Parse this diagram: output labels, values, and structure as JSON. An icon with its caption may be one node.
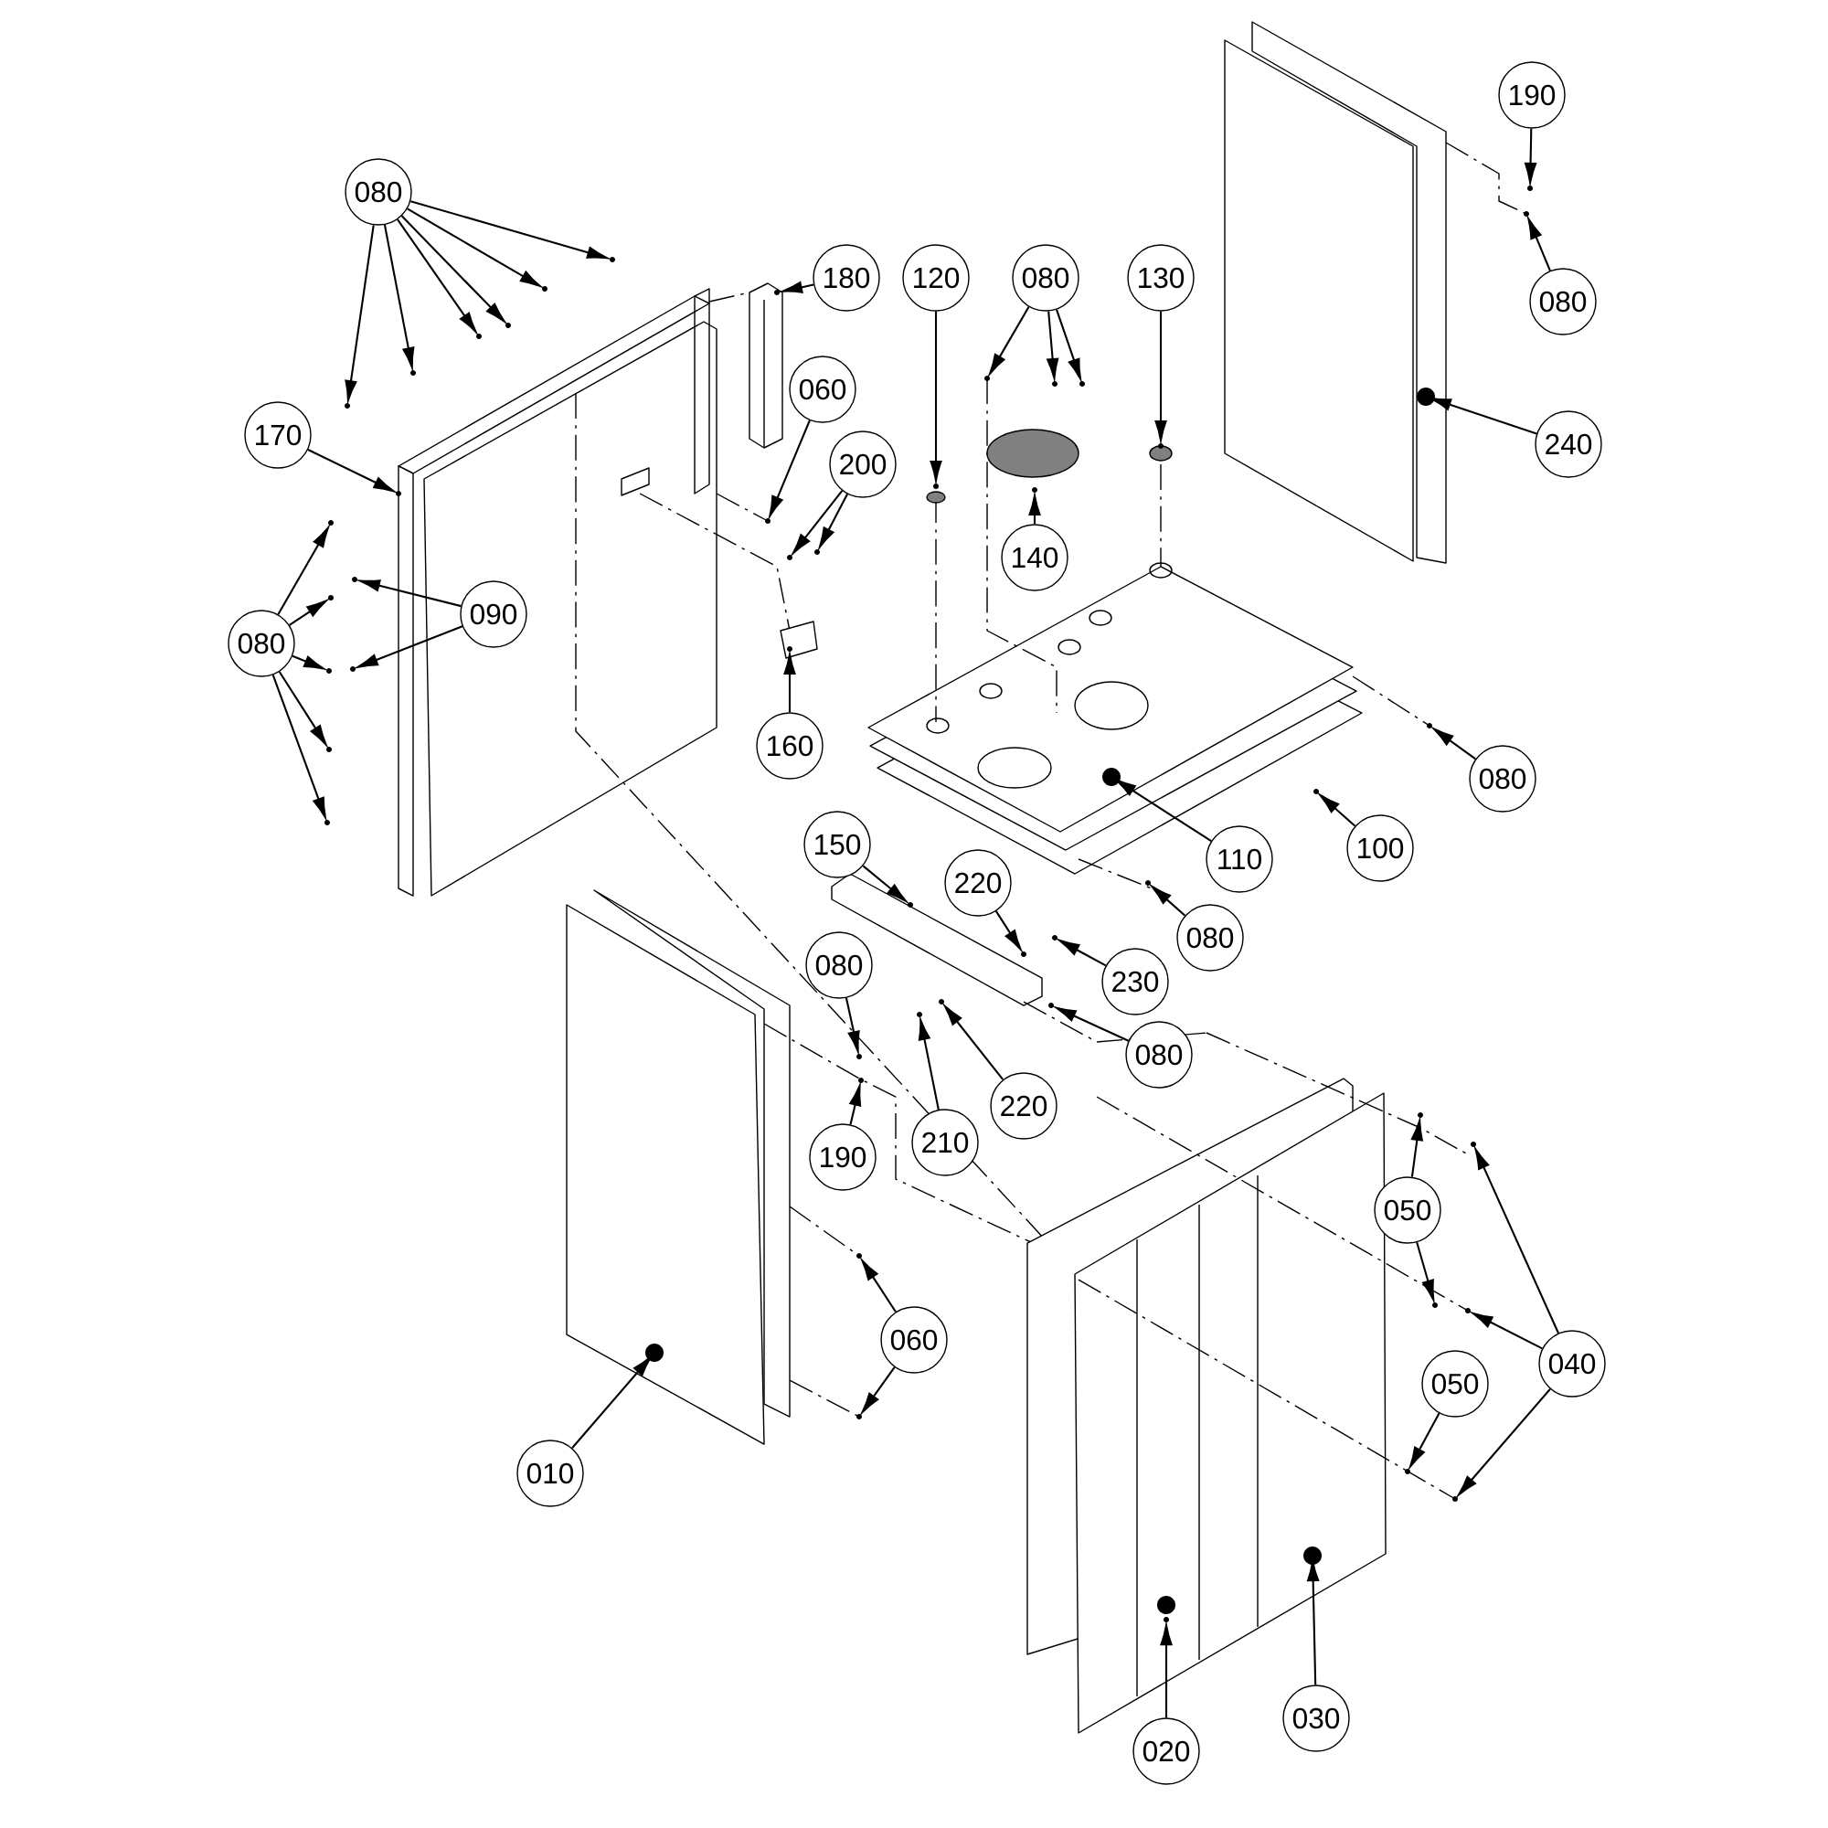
{
  "diagram": {
    "nodes": [
      {
        "text": [
          "080"
        ]
      },
      {
        "text": [
          "180"
        ]
      },
      {
        "text": [
          "120"
        ]
      },
      {
        "text": [
          "080"
        ]
      },
      {
        "text": [
          "130"
        ]
      },
      {
        "text": [
          "190"
        ]
      },
      {
        "text": [
          "080"
        ]
      },
      {
        "text": [
          "170"
        ]
      },
      {
        "text": [
          "060"
        ]
      },
      {
        "text": [
          "200"
        ]
      },
      {
        "text": [
          "240"
        ]
      },
      {
        "text": [
          "140"
        ]
      },
      {
        "text": [
          "080"
        ]
      },
      {
        "text": [
          "090"
        ]
      },
      {
        "text": [
          "160"
        ]
      },
      {
        "text": [
          "080"
        ]
      },
      {
        "text": [
          "100"
        ]
      },
      {
        "text": [
          "110"
        ]
      },
      {
        "text": [
          "150"
        ]
      },
      {
        "text": [
          "220"
        ]
      },
      {
        "text": [
          "080"
        ]
      },
      {
        "text": [
          "230"
        ]
      },
      {
        "text": [
          "080"
        ]
      },
      {
        "text": [
          "080"
        ]
      },
      {
        "text": [
          "190"
        ]
      },
      {
        "text": [
          "210"
        ]
      },
      {
        "text": [
          "220"
        ]
      },
      {
        "text": [
          "050"
        ]
      },
      {
        "text": [
          "060"
        ]
      },
      {
        "text": [
          "040"
        ]
      },
      {
        "text": [
          "050"
        ]
      },
      {
        "text": [
          "010"
        ]
      },
      {
        "text": [
          "020"
        ]
      },
      {
        "text": [
          "030"
        ]
      }
    ],
    "edges": [
      {
        "from": 0,
        "to": null,
        "arrow": "to"
      },
      {
        "from": 0,
        "to": null,
        "arrow": "to"
      },
      {
        "from": 0,
        "to": null,
        "arrow": "to"
      },
      {
        "from": 0,
        "to": null,
        "arrow": "to"
      },
      {
        "from": 0,
        "to": null,
        "arrow": "to"
      },
      {
        "from": 0,
        "to": null,
        "arrow": "to"
      },
      {
        "from": 1,
        "to": null,
        "arrow": "to"
      },
      {
        "from": 2,
        "to": null,
        "arrow": "to"
      },
      {
        "from": 3,
        "to": null,
        "arrow": "to"
      },
      {
        "from": 3,
        "to": null,
        "arrow": "to"
      },
      {
        "from": 3,
        "to": null,
        "arrow": "to"
      },
      {
        "from": 4,
        "to": null,
        "arrow": "to"
      },
      {
        "from": 5,
        "to": null,
        "arrow": "to"
      },
      {
        "from": 6,
        "to": null,
        "arrow": "to"
      },
      {
        "from": 7,
        "to": null,
        "arrow": "to"
      },
      {
        "from": 8,
        "to": null,
        "arrow": "to"
      },
      {
        "from": 9,
        "to": null,
        "arrow": "to"
      },
      {
        "from": 9,
        "to": null,
        "arrow": "to"
      },
      {
        "from": 10,
        "to": null,
        "arrow": "to"
      },
      {
        "from": 11,
        "to": null,
        "arrow": "to"
      },
      {
        "from": 12,
        "to": null,
        "arrow": "to"
      },
      {
        "from": 12,
        "to": null,
        "arrow": "to"
      },
      {
        "from": 12,
        "to": null,
        "arrow": "to"
      },
      {
        "from": 12,
        "to": null,
        "arrow": "to"
      },
      {
        "from": 12,
        "to": null,
        "arrow": "to"
      },
      {
        "from": 13,
        "to": null,
        "arrow": "to"
      },
      {
        "from": 13,
        "to": null,
        "arrow": "to"
      },
      {
        "from": 14,
        "to": null,
        "arrow": "to"
      },
      {
        "from": 15,
        "to": null,
        "arrow": "to"
      },
      {
        "from": 16,
        "to": null,
        "arrow": "to"
      },
      {
        "from": 17,
        "to": null,
        "arrow": "to"
      },
      {
        "from": 18,
        "to": null,
        "arrow": "to"
      },
      {
        "from": 19,
        "to": null,
        "arrow": "to"
      },
      {
        "from": 20,
        "to": null,
        "arrow": "to"
      },
      {
        "from": 21,
        "to": null,
        "arrow": "to"
      },
      {
        "from": 22,
        "to": null,
        "arrow": "to"
      },
      {
        "from": 23,
        "to": null,
        "arrow": "to"
      },
      {
        "from": 24,
        "to": null,
        "arrow": "to"
      },
      {
        "from": 25,
        "to": null,
        "arrow": "to"
      },
      {
        "from": 26,
        "to": null,
        "arrow": "to"
      },
      {
        "from": 27,
        "to": null,
        "arrow": "to"
      },
      {
        "from": 27,
        "to": null,
        "arrow": "to"
      },
      {
        "from": 28,
        "to": null,
        "arrow": "to"
      },
      {
        "from": 28,
        "to": null,
        "arrow": "to"
      },
      {
        "from": 29,
        "to": null,
        "arrow": "to"
      },
      {
        "from": 29,
        "to": null,
        "arrow": "to"
      },
      {
        "from": 29,
        "to": null,
        "arrow": "to"
      },
      {
        "from": 30,
        "to": null,
        "arrow": "to"
      },
      {
        "from": 31,
        "to": null,
        "arrow": "to"
      },
      {
        "from": 32,
        "to": null,
        "arrow": "to"
      },
      {
        "from": 33,
        "to": null,
        "arrow": "to"
      }
    ]
  }
}
